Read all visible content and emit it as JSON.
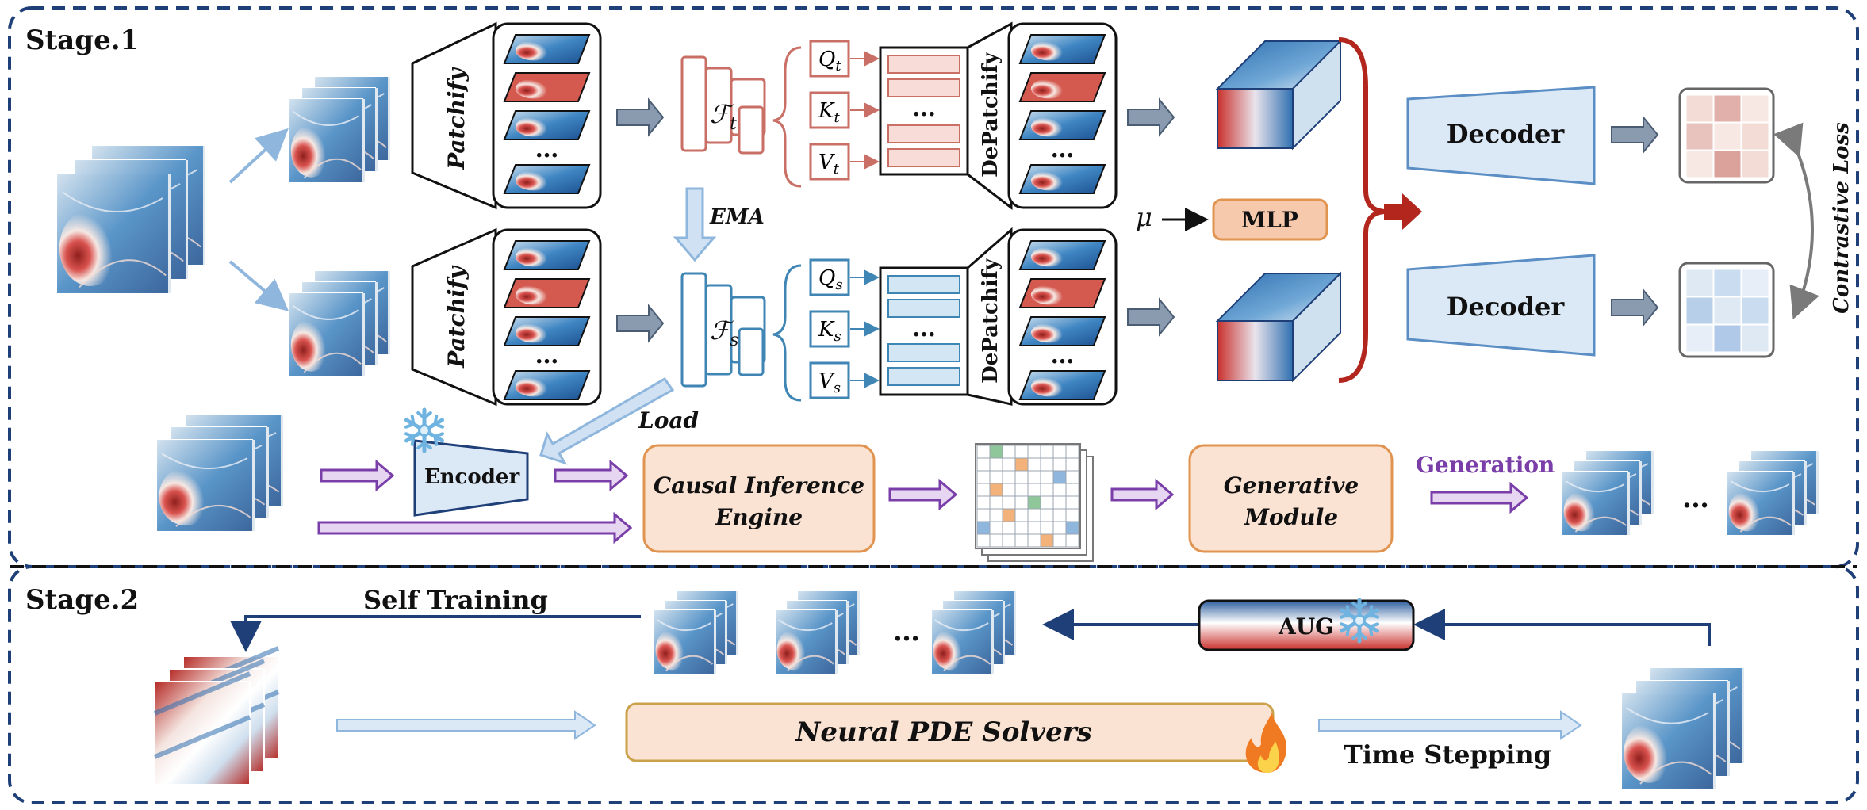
{
  "stages": {
    "stage1": "Stage.1",
    "stage2": "Stage.2"
  },
  "patchify": {
    "top": "Patchify",
    "bottom": "Patchify"
  },
  "depatchify": {
    "top": "DePatchify",
    "bottom": "DePatchify"
  },
  "teacher": {
    "symbol_base": "ℱ",
    "symbol_sub": "t",
    "q": "Q",
    "k": "K",
    "v": "V",
    "sub": "t"
  },
  "student": {
    "symbol_base": "ℱ",
    "symbol_sub": "s",
    "q": "Q",
    "k": "K",
    "v": "V",
    "sub": "s"
  },
  "ellipsis": "…",
  "ema_label": "EMA",
  "load_label": "Load",
  "mu_label": "μ",
  "mlp_label": "MLP",
  "decoder": {
    "top": "Decoder",
    "bottom": "Decoder"
  },
  "contrastive_loss": "Contrastive Loss",
  "encoder_label": "Encoder",
  "causal_engine": {
    "line1": "Causal Inference",
    "line2": "Engine"
  },
  "generative_module": {
    "line1": "Generative",
    "line2": "Module"
  },
  "generation_label": "Generation",
  "self_training": "Self Training",
  "aug_label": "AUG",
  "neural_pde": "Neural PDE Solvers",
  "time_stepping": "Time Stepping",
  "colors": {
    "teacher": "#c96f66",
    "student": "#3f86b5",
    "purple": "#7a3ea8",
    "navy": "#1f3f78",
    "orange_fill": "#fbe3d3",
    "orange_edge": "#e0944f",
    "decoder_fill": "#dbe8f5",
    "decoder_edge": "#5b8ec5",
    "dark_red": "#b3261e",
    "field_red": "#c9302c",
    "field_blue": "#2f6fb0"
  }
}
